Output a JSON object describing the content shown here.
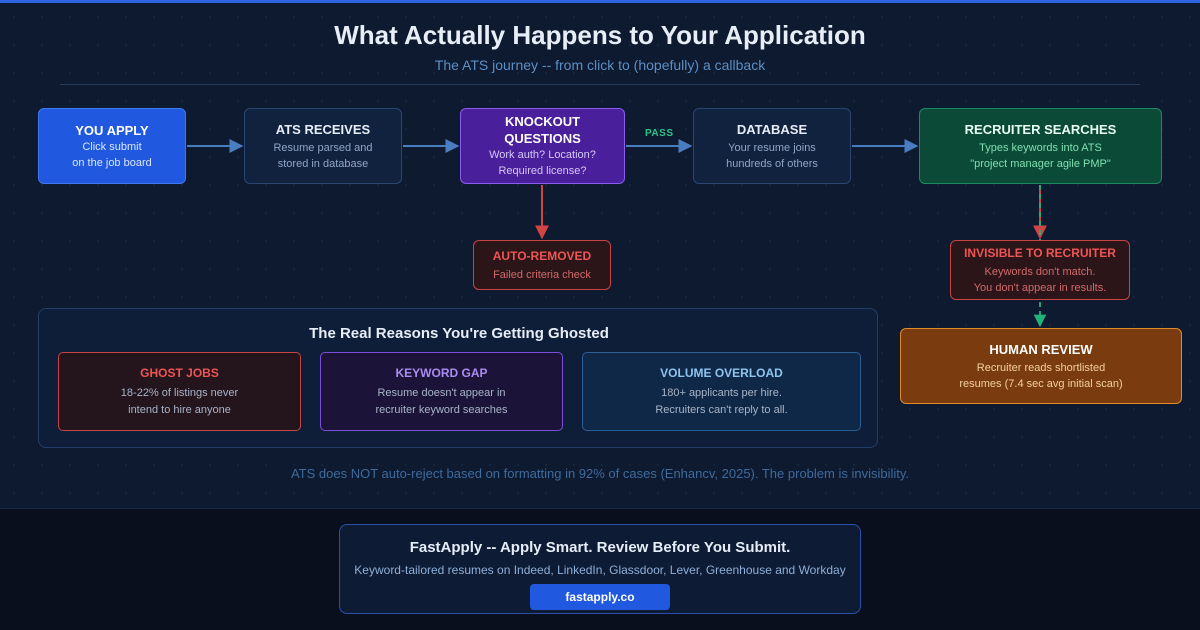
{
  "title": "What Actually Happens to Your Application",
  "subtitle": "The ATS journey -- from click to (hopefully) a callback",
  "flow": {
    "apply": {
      "title": "YOU APPLY",
      "line1": "Click submit",
      "line2": "on the job board"
    },
    "ats": {
      "title": "ATS RECEIVES",
      "line1": "Resume parsed and",
      "line2": "stored in database"
    },
    "knockout": {
      "title1": "KNOCKOUT",
      "title2": "QUESTIONS",
      "line1": "Work auth? Location?",
      "line2": "Required license?"
    },
    "pass_label": "PASS",
    "database": {
      "title": "DATABASE",
      "line1": "Your resume joins",
      "line2": "hundreds of others"
    },
    "recruiter": {
      "title": "RECRUITER SEARCHES",
      "line1": "Types keywords into ATS",
      "line2": "\"project manager agile PMP\""
    },
    "removed": {
      "title": "AUTO-REMOVED",
      "line1": "Failed criteria check"
    },
    "invisible": {
      "title": "INVISIBLE TO RECRUITER",
      "line1": "Keywords don't match.",
      "line2": "You don't appear in results."
    },
    "human": {
      "title": "HUMAN REVIEW",
      "line1": "Recruiter reads shortlisted",
      "line2": "resumes (7.4 sec avg initial scan)"
    }
  },
  "reasons": {
    "title": "The Real Reasons You're Getting Ghosted",
    "cards": [
      {
        "title": "GHOST JOBS",
        "line1": "18-22% of listings never",
        "line2": "intend to hire anyone"
      },
      {
        "title": "KEYWORD GAP",
        "line1": "Resume doesn't appear in",
        "line2": "recruiter keyword searches"
      },
      {
        "title": "VOLUME OVERLOAD",
        "line1": "180+ applicants per hire.",
        "line2": "Recruiters can't reply to all."
      }
    ]
  },
  "footnote": "ATS does NOT auto-reject based on formatting in 92% of cases (Enhancv, 2025). The problem is invisibility.",
  "footer": {
    "title": "FastApply -- Apply Smart. Review Before You Submit.",
    "subtitle": "Keyword-tailored resumes on Indeed, LinkedIn, Glassdoor, Lever, Greenhouse and Workday",
    "button": "fastapply.co"
  },
  "colors": {
    "accent_blue": "#2058e0",
    "purple": "#4a1f9c",
    "green": "#0c4a38",
    "red": "#c84444",
    "orange": "#7a3c0e",
    "background": "#0d1a30"
  }
}
